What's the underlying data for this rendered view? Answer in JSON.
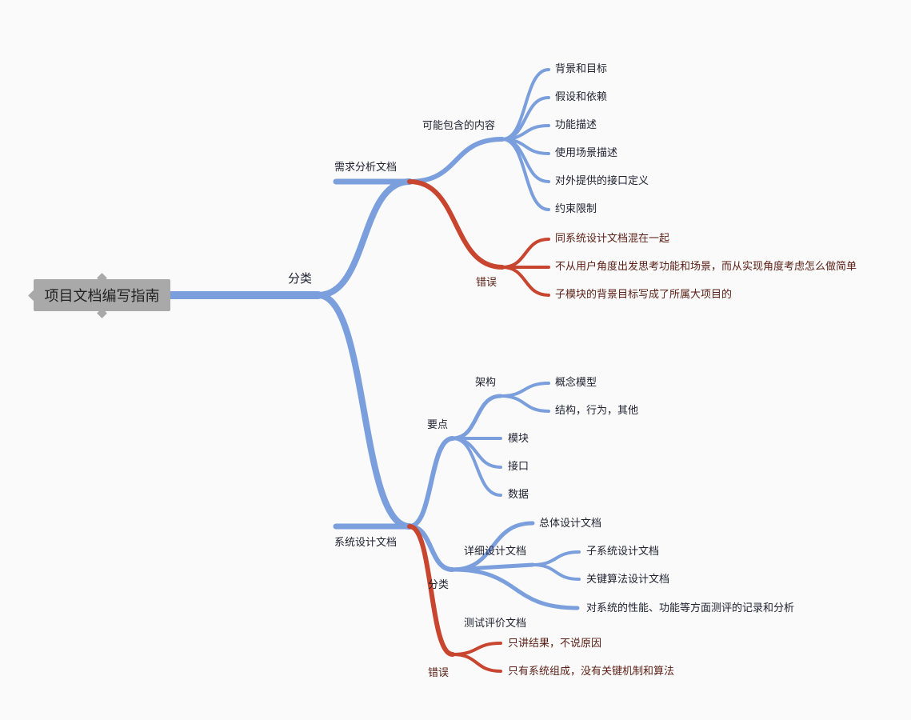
{
  "root": "项目文档编写指南",
  "level1": "分类",
  "doc_req": {
    "title": "需求分析文档",
    "content_group": "可能包含的内容",
    "contents": [
      "背景和目标",
      "假设和依赖",
      "功能描述",
      "使用场景描述",
      "对外提供的接口定义",
      "约束限制"
    ],
    "error_group": "错误",
    "errors": [
      "同系统设计文档混在一起",
      "不从用户角度出发思考功能和场景，而从实现角度考虑怎么做简单",
      "子模块的背景目标写成了所属大项目的"
    ]
  },
  "doc_sys": {
    "title": "系统设计文档",
    "key_points": "要点",
    "arch": "架构",
    "arch_children": [
      "概念模型",
      "结构，行为，其他"
    ],
    "points": [
      "模块",
      "接口",
      "数据"
    ],
    "classify": "分类",
    "detail": "详细设计文档",
    "overall": "总体设计文档",
    "detail_children": [
      "子系统设计文档",
      "关键算法设计文档"
    ],
    "test": "测试评价文档",
    "test_desc": "对系统的性能、功能等方面测评的记录和分析",
    "error_group": "错误",
    "errors": [
      "只讲结果，不说原因",
      "只有系统组成，没有关键机制和算法"
    ]
  },
  "colors": {
    "blue": "#7a9fdc",
    "red": "#c8452f",
    "root_bg": "#a9a9a9"
  }
}
